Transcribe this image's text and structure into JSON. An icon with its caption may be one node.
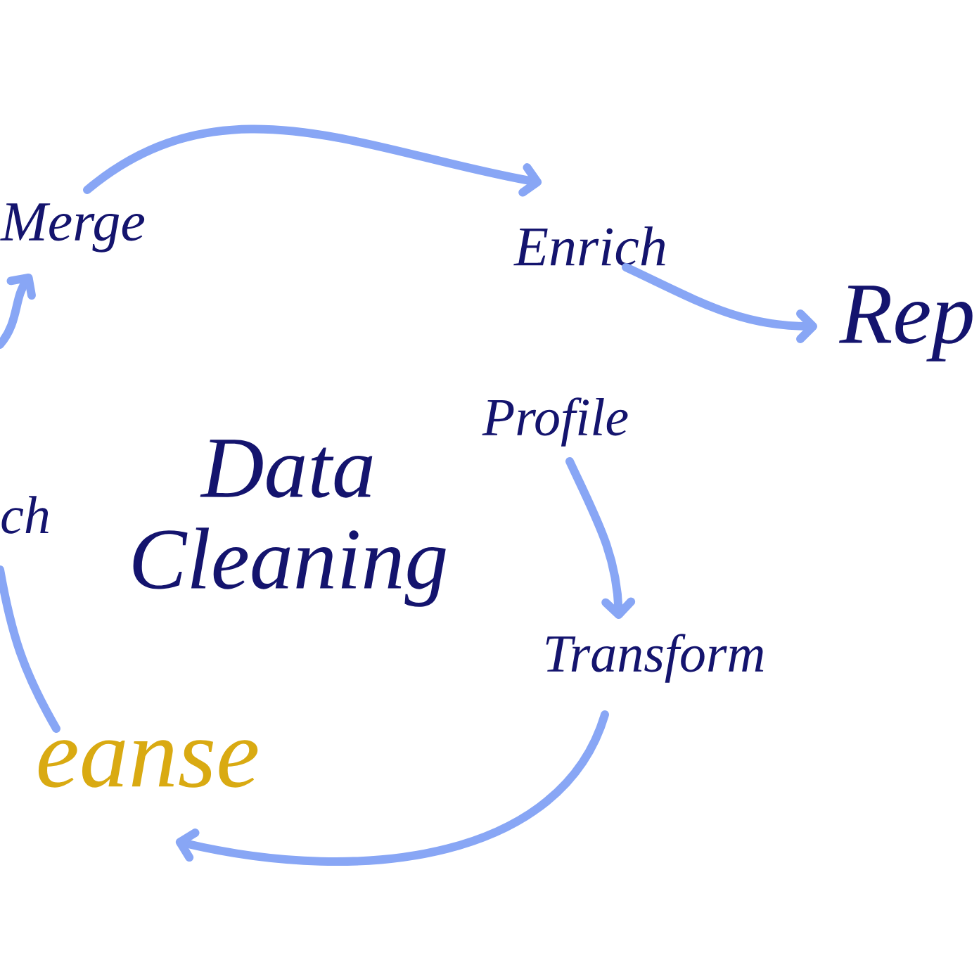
{
  "diagram": {
    "nodes": [
      {
        "text": [
          "Merge"
        ]
      },
      {
        "text": [
          "Enrich"
        ]
      },
      {
        "text": [
          "Rep"
        ]
      },
      {
        "text": [
          "Profile"
        ]
      },
      {
        "text": [
          "ch"
        ]
      },
      {
        "text": [
          "Data Cleaning"
        ]
      },
      {
        "text": [
          "Transform"
        ]
      },
      {
        "text": [
          "eanse"
        ]
      }
    ],
    "edges": [
      {
        "from": 0,
        "to": 1,
        "arrow": "to"
      },
      {
        "from": 1,
        "to": 2,
        "arrow": "to"
      },
      {
        "from": 3,
        "to": 6,
        "arrow": "to"
      },
      {
        "from": 6,
        "to": 7,
        "arrow": "to"
      },
      {
        "from": 7,
        "to": null,
        "arrow": "none"
      },
      {
        "from": null,
        "to": 0,
        "arrow": "to"
      }
    ]
  }
}
